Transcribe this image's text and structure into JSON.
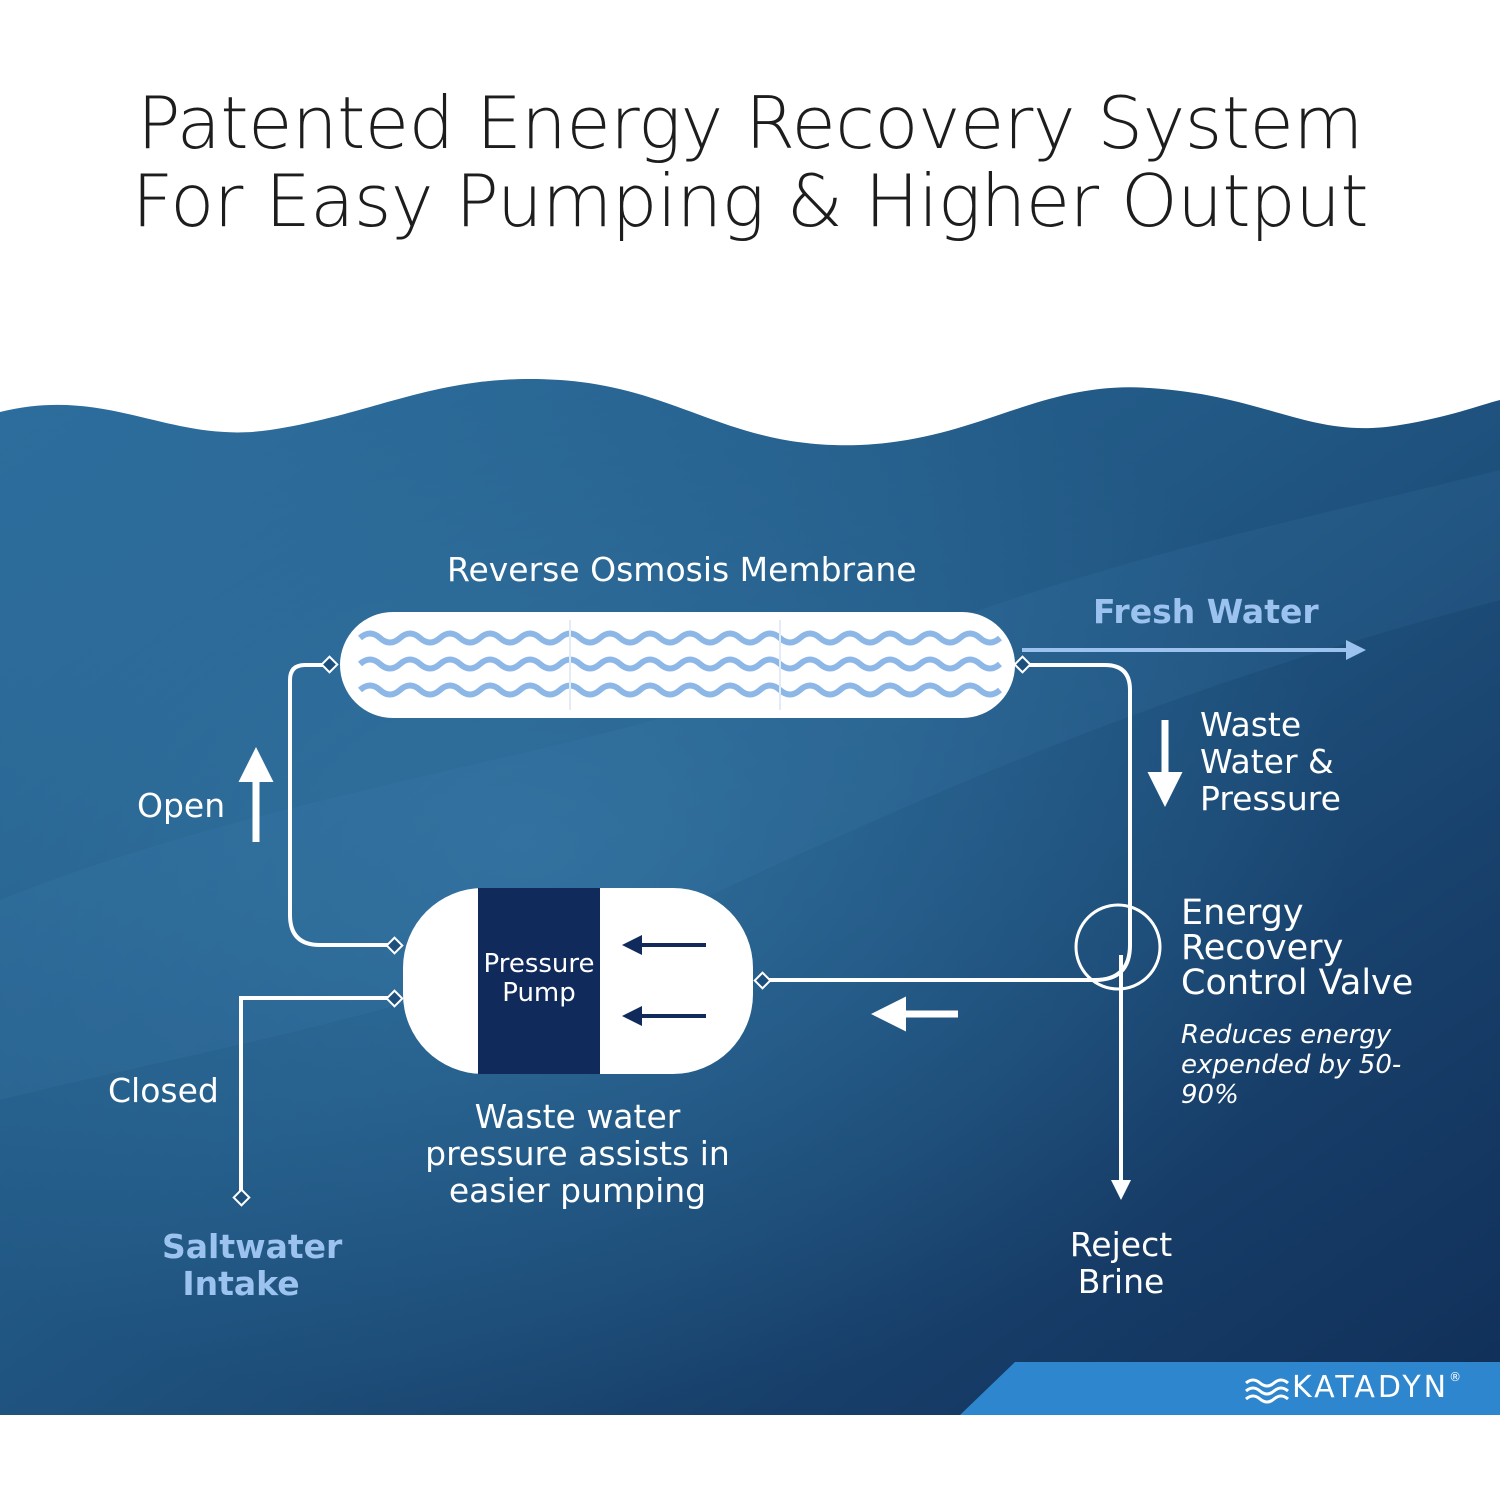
{
  "title": {
    "line1": "Patented Energy Recovery System",
    "line2": "For Easy Pumping & Higher Output"
  },
  "diagram": {
    "membrane_label": "Reverse Osmosis Membrane",
    "fresh_water_label": "Fresh Water",
    "waste_water_label": "Waste\nWater &\nPressure",
    "open_label": "Open",
    "closed_label": "Closed",
    "pump_label": "Pressure\nPump",
    "pump_caption": "Waste water\npressure assists in\neasier pumping",
    "valve_label": "Energy\nRecovery\nControl Valve",
    "valve_note": "Reduces energy\nexpended by 50-\n90%",
    "saltwater_label": "Saltwater\nIntake",
    "reject_label": "Reject\nBrine"
  },
  "brand": {
    "name": "KATADYN",
    "trademark": "®"
  },
  "colors": {
    "ocean_dark": "#123a62",
    "ocean_mid": "#24608f",
    "accent_blue": "#9cc3ef",
    "pump_navy": "#112a5c",
    "brand_band": "#2e86cf"
  }
}
